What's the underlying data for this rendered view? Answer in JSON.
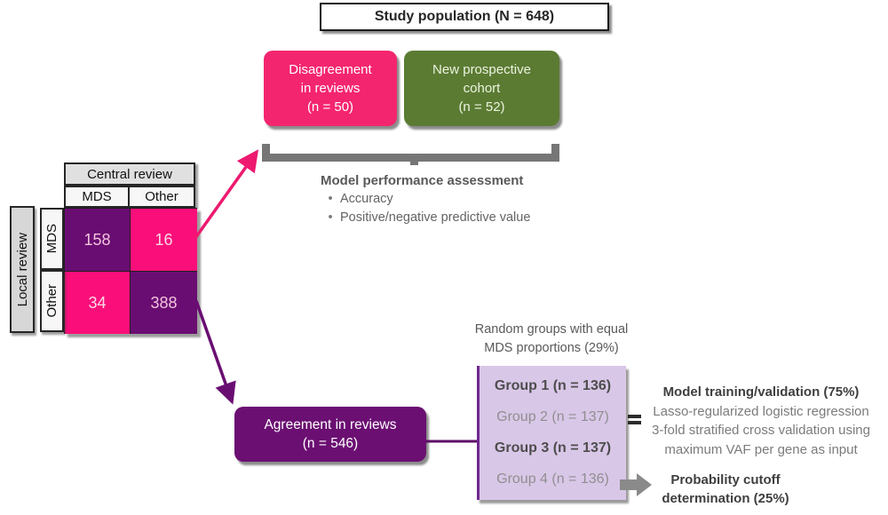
{
  "title": {
    "text": "Study population (N = 648)"
  },
  "nodes": {
    "disagreement": {
      "lines": [
        "Disagreement",
        "in reviews",
        "(n = 50)"
      ],
      "color": "#f4256f"
    },
    "new_cohort": {
      "lines": [
        "New prospective",
        "cohort",
        "(n = 52)"
      ],
      "color": "#5b7b33"
    },
    "agreement": {
      "lines": [
        "Agreement in reviews",
        "(n = 546)"
      ],
      "color": "#6b0f72"
    }
  },
  "model_performance": {
    "title": "Model performance assessment",
    "bullets": [
      "Accuracy",
      "Positive/negative predictive value"
    ]
  },
  "matrix": {
    "col_group_label": "Central review",
    "row_group_label": "Local review",
    "col_headers": [
      "MDS",
      "Other"
    ],
    "row_headers": [
      "MDS",
      "Other"
    ],
    "cells": [
      [
        158,
        16
      ],
      [
        34,
        388
      ]
    ]
  },
  "random_groups": {
    "label_lines": [
      "Random groups with equal",
      "MDS proportions (29%)"
    ],
    "groups": [
      {
        "label": "Group 1 (n = 136)",
        "bold": true
      },
      {
        "label": "Group 2 (n = 137)",
        "bold": false
      },
      {
        "label": "Group 3 (n = 137)",
        "bold": true
      },
      {
        "label": "Group 4 (n = 136)",
        "bold": false
      }
    ]
  },
  "model_training": {
    "title": "Model training/validation (75%)",
    "lines": [
      "Lasso-regularized logistic regression",
      "3-fold stratified cross validation using",
      "maximum VAF per gene as input"
    ]
  },
  "probability_cutoff": {
    "lines": [
      "Probability cutoff",
      "determination (25%)"
    ]
  },
  "colors": {
    "pink": "#f4256f",
    "matrix_pink": "#fa0f7a",
    "matrix_purple": "#6a0d72",
    "agreement_purple": "#6b0f72",
    "green": "#5b7b33",
    "lavender": "#d9c7e8",
    "lavender_border": "#70278e",
    "bracket_gray": "#767676",
    "gray_text": "#595959"
  }
}
